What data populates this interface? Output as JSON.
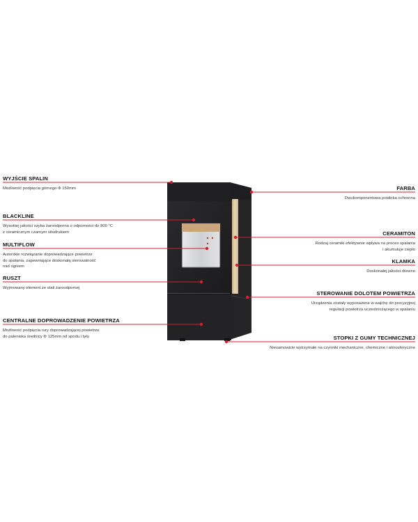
{
  "accent_color": "#d51f2e",
  "callouts_left": [
    {
      "id": "wyjscie",
      "title": "WYJŚCIE SPALIN",
      "desc": [
        "Możliwość podpięcia górnego Φ 150mm"
      ]
    },
    {
      "id": "blackline",
      "title": "BLACKLINE",
      "desc": [
        "Wysokiej jakości szyba żaroodporna o odporności do 800 °C",
        "z ceramicznym czarnym sitodrukiem"
      ]
    },
    {
      "id": "multiflow",
      "title": "MULTIFLOW",
      "desc": [
        "Autorskie rozwiązanie doprowadzające powietrze",
        "do spalania, zapewniające doskonałą sterowalność",
        "nad ogniem"
      ]
    },
    {
      "id": "ruszt",
      "title": "RUSZT",
      "desc": [
        "Wyjmowany element ze stali żaroodpornej"
      ]
    },
    {
      "id": "centralne",
      "title": "CENTRALNE DOPROWADZENIE POWIETRZA",
      "desc": [
        "Możliwość podpięcia rury doprowadzającej powietrze",
        "do paleniska średnicy Φ 125mm od spodu i tyłu"
      ]
    }
  ],
  "callouts_right": [
    {
      "id": "farba",
      "title": "FARBA",
      "desc": [
        "Dwukomponentowa powłoka ochronna"
      ]
    },
    {
      "id": "ceramiton",
      "title": "CERAMITON",
      "desc": [
        "Rodzaj ceramiki efektywnie wpływa na proces spalania",
        "i akumuluje ciepło"
      ]
    },
    {
      "id": "klamka",
      "title": "KLAMKA",
      "desc": [
        "Doskonałej jakości drewno"
      ]
    },
    {
      "id": "sterowanie",
      "title": "STEROWANIE DOLOTEM POWIETRZA",
      "desc": [
        "Urządzenia zostały wyposażone w wajchę do precyzyjnej",
        "regulacji powietrza uczestniczącego w spalaniu"
      ]
    },
    {
      "id": "stopki",
      "title": "STOPKI Z GUMY TECHNICZNEJ",
      "desc": [
        "Niesamowicie wytrzymałe na czynniki mechaniczne, chemiczne i atmosferyczne"
      ]
    }
  ]
}
